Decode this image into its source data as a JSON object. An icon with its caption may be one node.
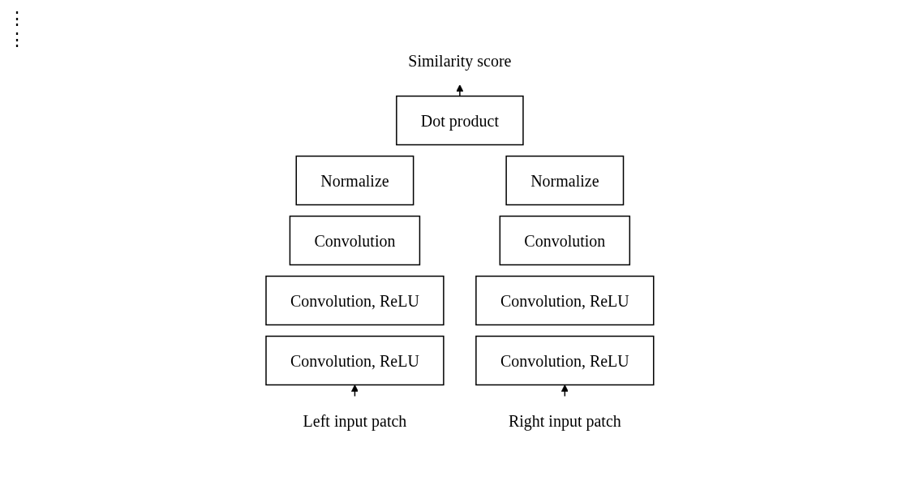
{
  "diagram": {
    "nodes": [
      {
        "text": [
          "Similarity score"
        ]
      },
      {
        "text": [
          "Dot product"
        ]
      },
      {
        "text": [
          "Normalize"
        ]
      },
      {
        "text": [
          "Convolution"
        ]
      },
      {
        "text": [
          "Convolution, ReLU"
        ]
      },
      {
        "text": [
          "Convolution, ReLU"
        ]
      },
      {
        "text": [
          "Left input patch"
        ]
      },
      {
        "text": [
          "Normalize"
        ]
      },
      {
        "text": [
          "Convolution"
        ]
      },
      {
        "text": [
          "Convolution, ReLU"
        ]
      },
      {
        "text": [
          "Convolution, ReLU"
        ]
      },
      {
        "text": [
          "Right input patch"
        ]
      }
    ],
    "edges": [
      {
        "from": 1,
        "to": 0,
        "arrow": "to"
      },
      {
        "from": 6,
        "to": 5,
        "arrow": "to"
      },
      {
        "from": 11,
        "to": 10,
        "arrow": "to"
      }
    ],
    "labels": [
      "⋮",
      "⋮"
    ]
  }
}
